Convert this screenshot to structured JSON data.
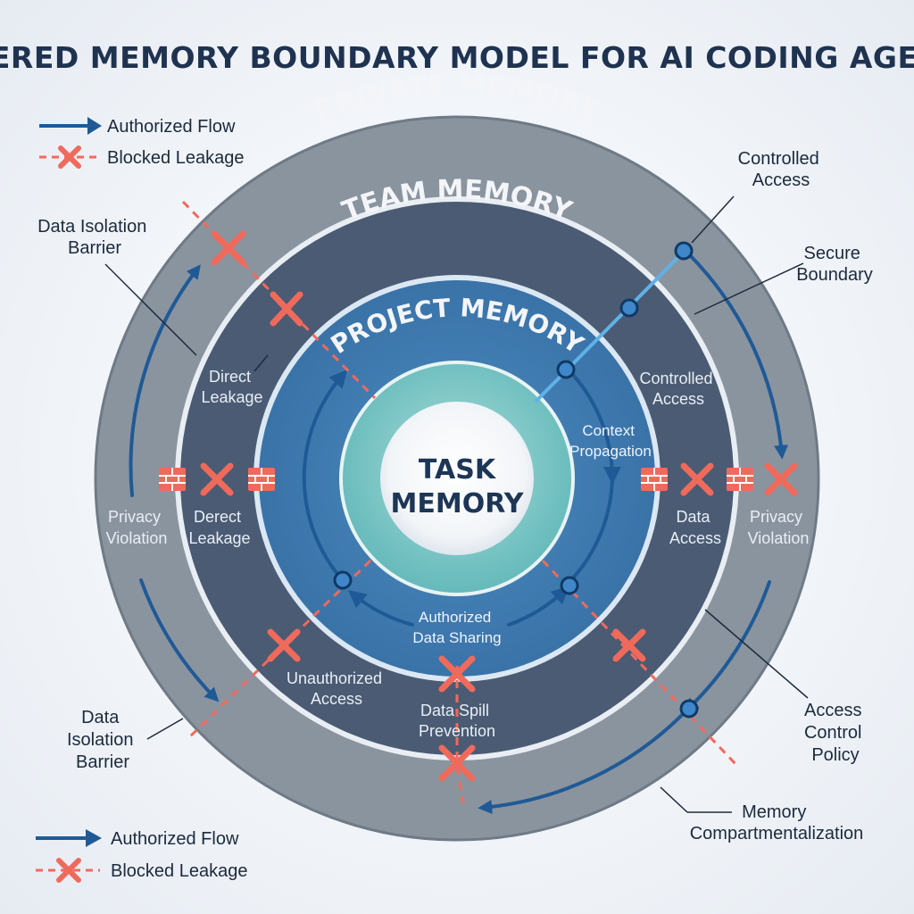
{
  "title": "LAYERED MEMORY BOUNDARY MODEL FOR AI CODING AGENTS",
  "legend": {
    "authorized": "Authorized Flow",
    "blocked": "Blocked Leakage"
  },
  "colors": {
    "private_ring": "#8a949f",
    "team_ring": "#4a5b73",
    "project_ring": "#3f78ad",
    "task_ring": "#7fc8c8",
    "authorized_flow": "#1f5a96",
    "blocked": "#f06a5c",
    "connector": "#5fb2e8"
  },
  "layers": {
    "private": "PRIVATE MEMORY",
    "team": "TEAM MEMORY",
    "project": "PROJECT MEMORY",
    "task_line1": "TASK",
    "task_line2": "MEMORY"
  },
  "callouts": {
    "controlled_access_top": [
      "Controlled",
      "Access"
    ],
    "secure_boundary": [
      "Secure",
      "Boundary"
    ],
    "data_isolation_barrier_top": [
      "Data Isolation",
      "Barrier"
    ],
    "data_isolation_barrier_bottom": [
      "Data",
      "Isolation",
      "Barrier"
    ],
    "access_control_policy": [
      "Access",
      "Control",
      "Policy"
    ],
    "memory_compartmentalization": [
      "Memory",
      "Compartmentalization"
    ]
  },
  "inner_labels": {
    "direct_leakage_upper": [
      "Direct",
      "Leakage"
    ],
    "direct_leakage_lower": [
      "Derect",
      "Leakage"
    ],
    "privacy_violation_left": [
      "Privacy",
      "Violation"
    ],
    "privacy_violation_right": [
      "Privacy",
      "Violation"
    ],
    "controlled_access_inner": [
      "Controlled",
      "Access"
    ],
    "context_propagation": [
      "Context",
      "Propagation"
    ],
    "data_access": [
      "Data",
      "Access"
    ],
    "authorized_data_sharing": [
      "Authorized",
      "Data Sharing"
    ],
    "unauthorized_access": [
      "Unauthorized",
      "Access"
    ],
    "data_spill_prevention": [
      "Data Spill",
      "Prevention"
    ]
  }
}
